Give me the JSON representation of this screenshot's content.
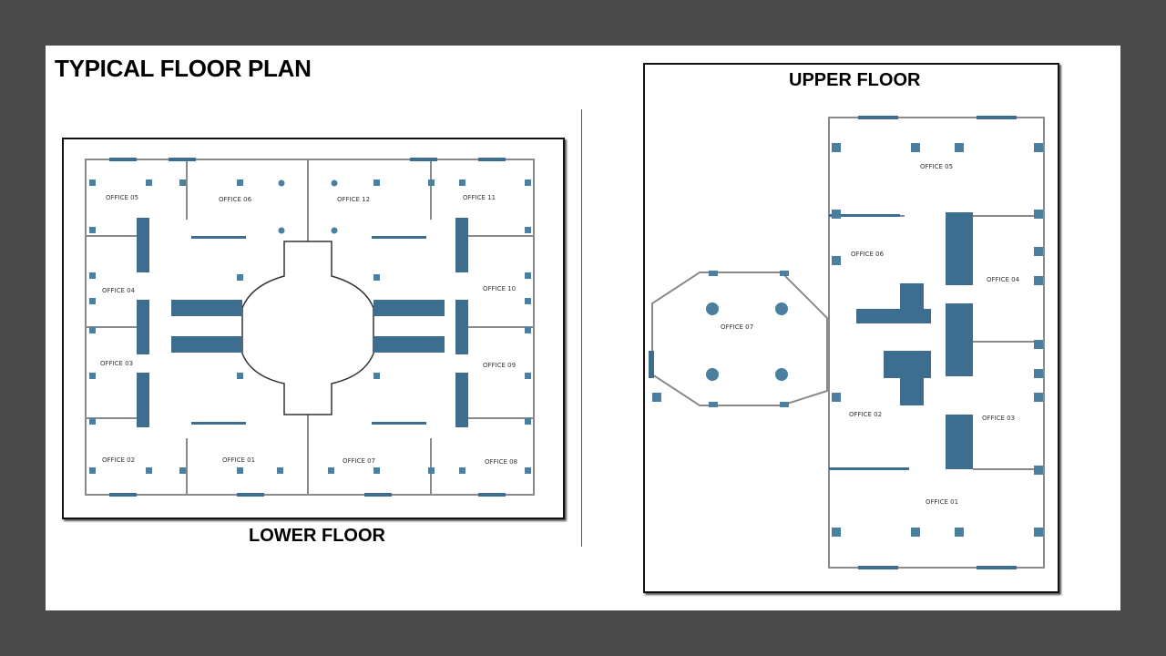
{
  "title": "TYPICAL FLOOR PLAN",
  "colors": {
    "background": "#4a4a4a",
    "slide": "#ffffff",
    "core": "#3d6e8f",
    "column": "#4b7fa0",
    "wall": "#8a8a8a"
  },
  "lower_floor": {
    "caption": "LOWER FLOOR",
    "rooms": {
      "o01": "OFFICE 01",
      "o02": "OFFICE 02",
      "o03": "OFFICE 03",
      "o04": "OFFICE 04",
      "o05": "OFFICE 05",
      "o06": "OFFICE 06",
      "o07": "OFFICE 07",
      "o08": "OFFICE 08",
      "o09": "OFFICE 09",
      "o10": "OFFICE 10",
      "o11": "OFFICE 11",
      "o12": "OFFICE 12"
    }
  },
  "upper_floor": {
    "caption": "UPPER FLOOR",
    "rooms": {
      "o01": "OFFICE 01",
      "o02": "OFFICE 02",
      "o03": "OFFICE 03",
      "o04": "OFFICE 04",
      "o05": "OFFICE 05",
      "o06": "OFFICE 06",
      "o07": "OFFICE 07"
    }
  }
}
